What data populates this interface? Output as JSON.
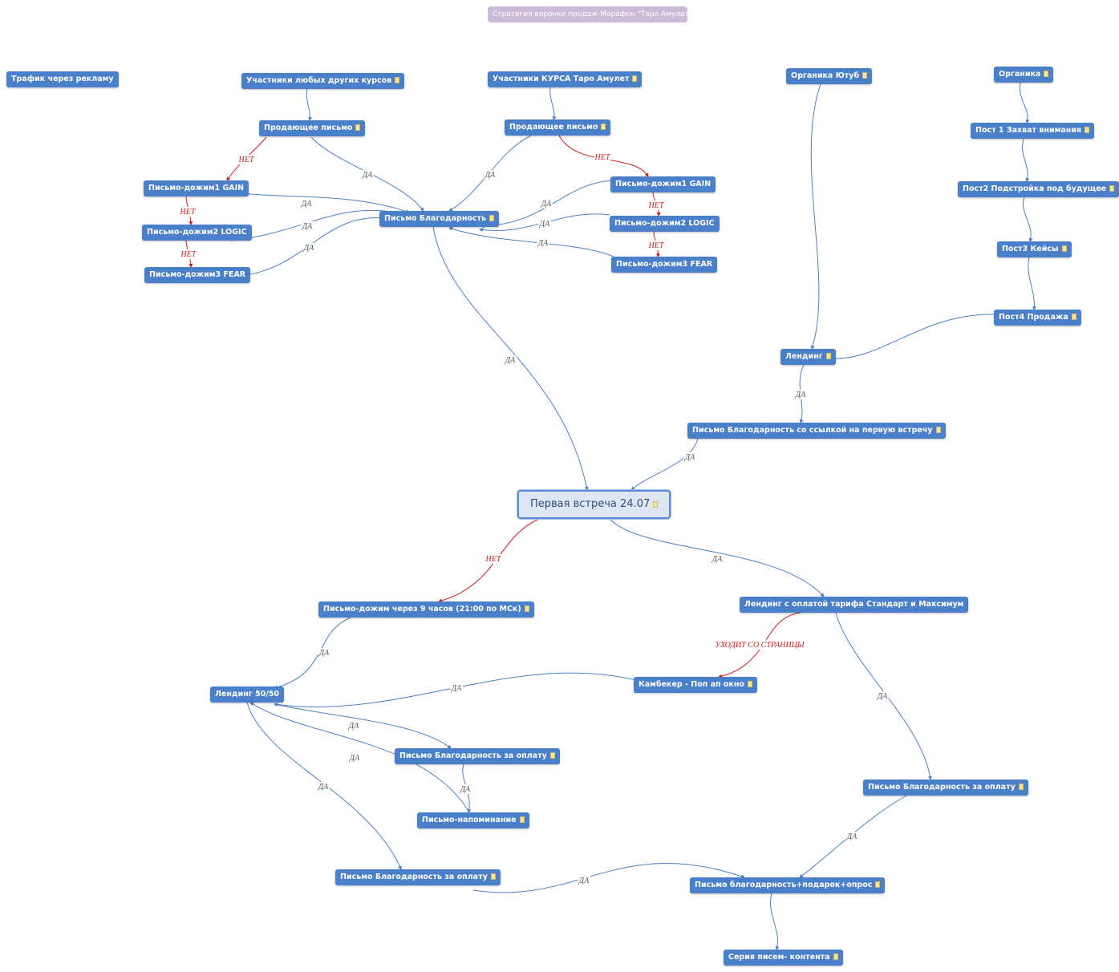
{
  "title": "Стратегия воронки продаж Марафон \"Таро Амулет\"",
  "colors": {
    "node": "#4a7fc9",
    "edge_yes": "#4a7fc9",
    "edge_no": "#d71a1a",
    "title_bg": "#cbbbd9",
    "main_bg": "#dde6f2"
  },
  "nodes": [
    {
      "id": "traffic",
      "label": "Трафик через рекламу",
      "icon": false
    },
    {
      "id": "other_courses",
      "label": "Участники любых других курсов",
      "icon": true
    },
    {
      "id": "sell_letter_a",
      "label": "Продающее письмо",
      "icon": true
    },
    {
      "id": "gain_a",
      "label": "Письмо-дожим1 GAIN",
      "icon": false
    },
    {
      "id": "logic_a",
      "label": "Письмо-дожим2 LOGIC",
      "icon": false
    },
    {
      "id": "fear_a",
      "label": "Письмо-дожим3 FEAR",
      "icon": false
    },
    {
      "id": "thanks_letter",
      "label": "Письмо Благодарность",
      "icon": true
    },
    {
      "id": "course_members",
      "label": "Участники КУРСА Таро Амулет",
      "icon": true
    },
    {
      "id": "sell_letter_b",
      "label": "Продающее письмо",
      "icon": true
    },
    {
      "id": "gain_b",
      "label": "Письмо-дожим1 GAIN",
      "icon": false
    },
    {
      "id": "logic_b",
      "label": "Письмо-дожим2 LOGIC",
      "icon": false
    },
    {
      "id": "fear_b",
      "label": "Письмо-дожим3 FEAR",
      "icon": false
    },
    {
      "id": "organic_yt",
      "label": "Органика Ютуб",
      "icon": true
    },
    {
      "id": "organic",
      "label": "Органика",
      "icon": true
    },
    {
      "id": "post1",
      "label": "Пост 1 Захват внимания",
      "icon": true
    },
    {
      "id": "post2",
      "label": "Пост2 Подстройка под будущее",
      "icon": true
    },
    {
      "id": "post3",
      "label": "Пост3 Кейсы",
      "icon": true
    },
    {
      "id": "post4",
      "label": "Пост4 Продажа",
      "icon": true
    },
    {
      "id": "landing",
      "label": "Лендинг",
      "icon": true
    },
    {
      "id": "thanks_link",
      "label": "Письмо Благодарность со ссылкой на первую встречу",
      "icon": true
    },
    {
      "id": "first_meeting",
      "label": "Первая встреча 24.07",
      "icon": true
    },
    {
      "id": "push_9h",
      "label": "Письмо-дожим через 9 часов (21:00 по МСк)",
      "icon": true
    },
    {
      "id": "landing_tariff",
      "label": "Лендинг с оплатой тарифа Стандарт и Максимум",
      "icon": false
    },
    {
      "id": "comeback",
      "label": "Камбекер - Поп ап окно",
      "icon": true
    },
    {
      "id": "landing_5050",
      "label": "Лендинг 50/50",
      "icon": false
    },
    {
      "id": "thanks_pay_a",
      "label": "Письмо Благодарность за оплату",
      "icon": true
    },
    {
      "id": "reminder",
      "label": "Письмо-напоминание",
      "icon": true
    },
    {
      "id": "thanks_pay_b",
      "label": "Письмо Благодарность за оплату",
      "icon": true
    },
    {
      "id": "thanks_pay_c",
      "label": "Письмо Благодарность за оплату",
      "icon": true
    },
    {
      "id": "thanks_gift",
      "label": "Письмо благодарность+подарок+опрос",
      "icon": true
    },
    {
      "id": "content_series",
      "label": "Серия писем- контента",
      "icon": true
    }
  ],
  "edges": [
    {
      "id": "e1",
      "label": "",
      "kind": "yes"
    },
    {
      "id": "e2",
      "label": "НЕТ",
      "kind": "no"
    },
    {
      "id": "e3",
      "label": "ДА",
      "kind": "yes"
    },
    {
      "id": "e4",
      "label": "НЕТ",
      "kind": "no"
    },
    {
      "id": "e5",
      "label": "ДА",
      "kind": "yes"
    },
    {
      "id": "e6",
      "label": "НЕТ",
      "kind": "no"
    },
    {
      "id": "e7",
      "label": "ДА",
      "kind": "yes"
    },
    {
      "id": "e8",
      "label": "ДА",
      "kind": "yes"
    },
    {
      "id": "e9",
      "label": "",
      "kind": "yes"
    },
    {
      "id": "e10",
      "label": "ДА",
      "kind": "yes"
    },
    {
      "id": "e11",
      "label": "НЕТ",
      "kind": "no"
    },
    {
      "id": "e12",
      "label": "ДА",
      "kind": "yes"
    },
    {
      "id": "e13",
      "label": "НЕТ",
      "kind": "no"
    },
    {
      "id": "e14",
      "label": "ДА",
      "kind": "yes"
    },
    {
      "id": "e15",
      "label": "НЕТ",
      "kind": "no"
    },
    {
      "id": "e16",
      "label": "ДА",
      "kind": "yes"
    },
    {
      "id": "e17",
      "label": "ДА",
      "kind": "yes"
    },
    {
      "id": "e18",
      "label": "",
      "kind": "yes"
    },
    {
      "id": "e19",
      "label": "",
      "kind": "yes"
    },
    {
      "id": "e20",
      "label": "",
      "kind": "yes"
    },
    {
      "id": "e21",
      "label": "",
      "kind": "yes"
    },
    {
      "id": "e22",
      "label": "",
      "kind": "yes"
    },
    {
      "id": "e23",
      "label": "",
      "kind": "yes"
    },
    {
      "id": "e24",
      "label": "ДА",
      "kind": "yes"
    },
    {
      "id": "e25",
      "label": "ДА",
      "kind": "yes"
    },
    {
      "id": "e26",
      "label": "НЕТ",
      "kind": "no"
    },
    {
      "id": "e27",
      "label": "ДА",
      "kind": "yes"
    },
    {
      "id": "e28",
      "label": "ДА",
      "kind": "yes"
    },
    {
      "id": "e29",
      "label": "УХОДИТ СО СТРАНИЦЫ",
      "kind": "no"
    },
    {
      "id": "e30",
      "label": "ДА",
      "kind": "yes"
    },
    {
      "id": "e31",
      "label": "ДА",
      "kind": "yes"
    },
    {
      "id": "e32",
      "label": "ДА",
      "kind": "yes"
    },
    {
      "id": "e33",
      "label": "ДА",
      "kind": "yes"
    },
    {
      "id": "e34",
      "label": "ДА",
      "kind": "yes"
    },
    {
      "id": "e35",
      "label": "ДА",
      "kind": "yes"
    },
    {
      "id": "e36",
      "label": "ДА",
      "kind": "yes"
    },
    {
      "id": "e37",
      "label": "ДА",
      "kind": "yes"
    },
    {
      "id": "e38",
      "label": "ДА",
      "kind": "yes"
    },
    {
      "id": "e39",
      "label": "",
      "kind": "yes"
    }
  ]
}
